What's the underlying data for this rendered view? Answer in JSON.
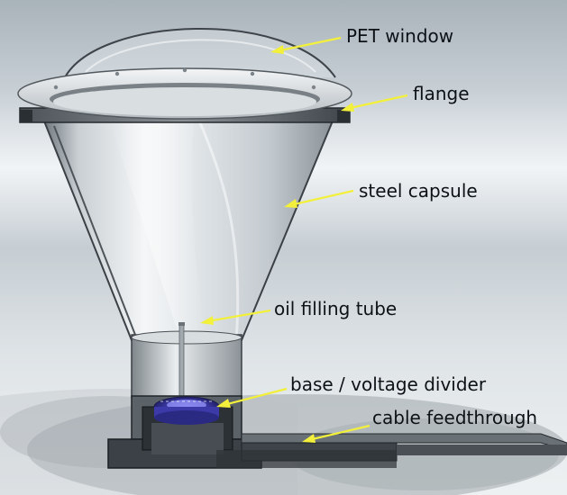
{
  "labels": {
    "pet_window": "PET window",
    "flange": "flange",
    "steel_capsule": "steel capsule",
    "oil_filling_tube": "oil filling tube",
    "base_voltage_divider": "base / voltage divider",
    "cable_feedthrough": "cable feedthrough"
  },
  "colors": {
    "arrow": "#f2f03a",
    "label_text": "#0d1217",
    "divider_blue": "#3c3aa8"
  }
}
